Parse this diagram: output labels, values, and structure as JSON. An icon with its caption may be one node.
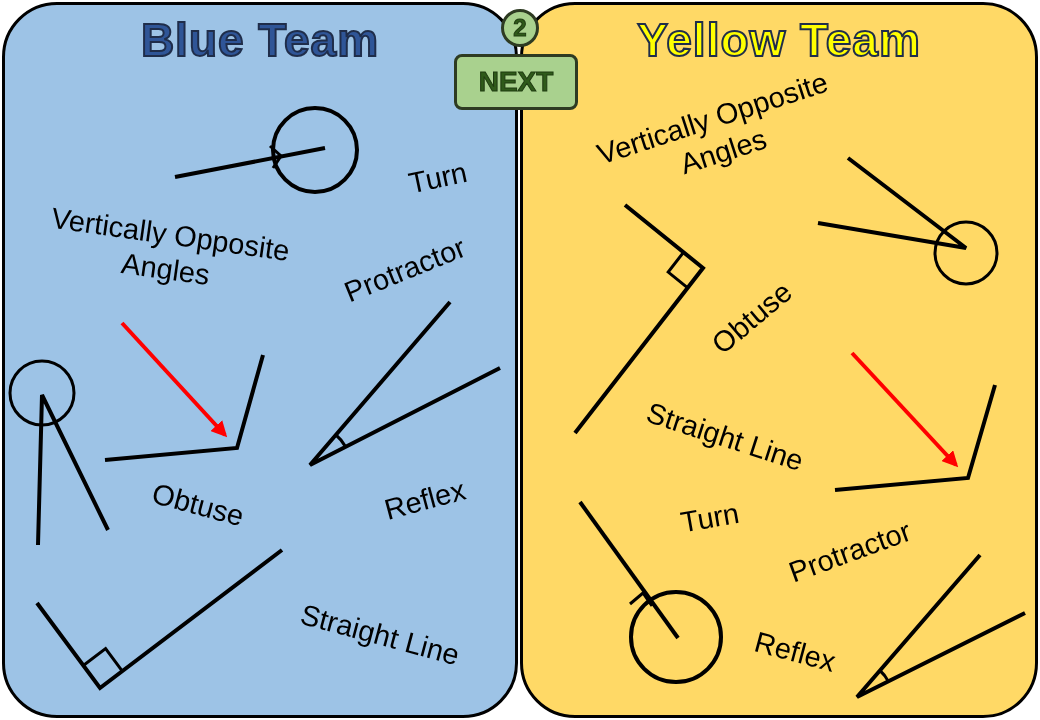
{
  "diagram": {
    "nodes": [
      {
        "text": [
          "Blue Team"
        ]
      },
      {
        "text": [
          "2"
        ]
      },
      {
        "text": [
          "NEXT"
        ]
      },
      {
        "text": [
          "Yellow Team"
        ]
      },
      {
        "text": [],
        "shape": "angle",
        "in": 0
      },
      {
        "text": [],
        "shape": "angle",
        "in": 3
      }
    ],
    "edges": [
      {
        "from": null,
        "to": 4,
        "arrow": "to",
        "color": "#ff0000"
      },
      {
        "from": null,
        "to": 5,
        "arrow": "to",
        "color": "#ff0000"
      }
    ],
    "labels": [
      "Turn",
      "Vertically Opposite Angles",
      "Protractor",
      "Obtuse",
      "Reflex",
      "Straight Line",
      "Vertically Opposite Angles",
      "Obtuse",
      "Straight Line",
      "Turn",
      "Protractor",
      "Reflex"
    ]
  }
}
